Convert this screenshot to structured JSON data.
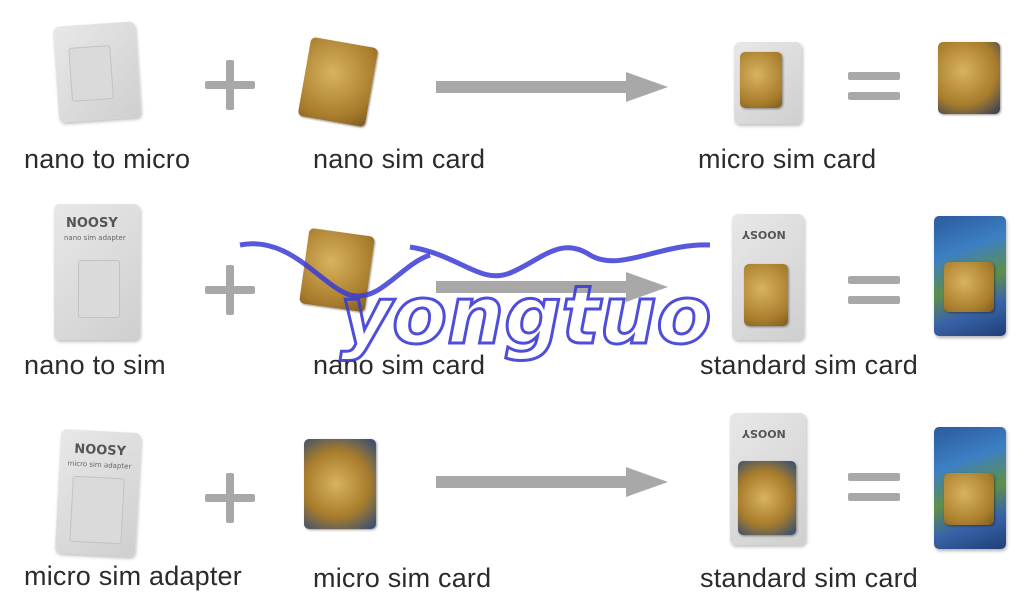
{
  "rows": [
    {
      "left_label": "nano to micro",
      "middle_label": "nano sim card",
      "right_label": "micro sim card"
    },
    {
      "left_label": "nano to sim",
      "middle_label": "nano sim card",
      "right_label": "standard sim card",
      "adapter_brand": "NOOSY",
      "adapter_sub": "nano sim adapter",
      "result_brand": "NOOSY"
    },
    {
      "left_label": "micro sim adapter",
      "middle_label": "micro sim card",
      "right_label": "standard sim card",
      "adapter_brand": "NOOSY",
      "adapter_sub": "micro sim adapter",
      "result_brand": "NOOSY"
    }
  ],
  "watermark": {
    "text": "yongtuo",
    "color": "#3b3bd6"
  },
  "colors": {
    "symbol_gray": "#a8a8a8",
    "label_text": "#2b2b2b"
  }
}
